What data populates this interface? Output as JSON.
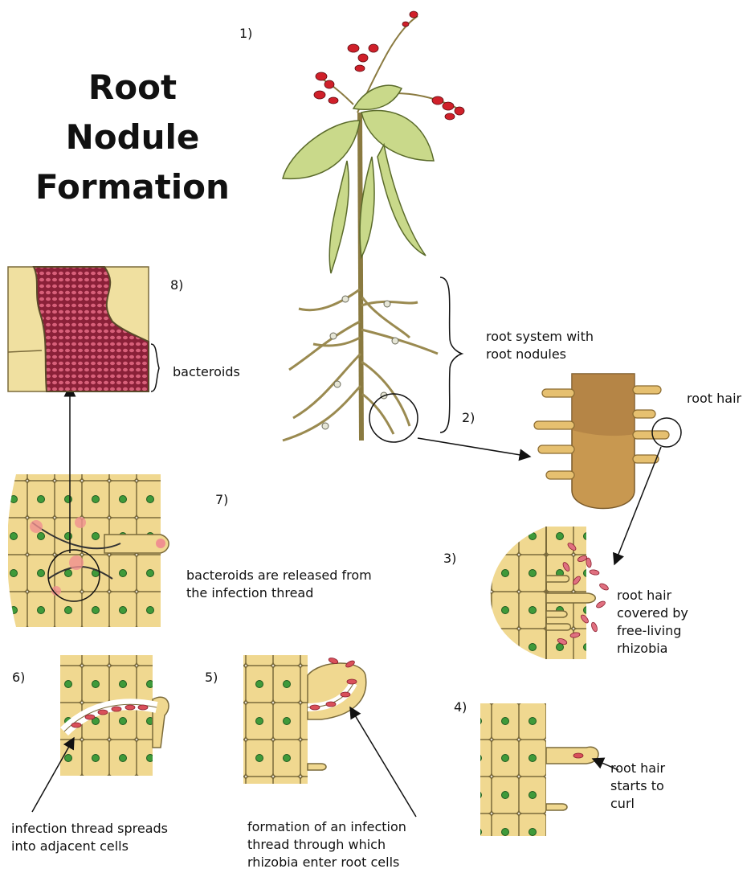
{
  "title": "Root\nNodule\nFormation",
  "steps": {
    "s1": "1)",
    "s2": "2)",
    "s3": "3)",
    "s4": "4)",
    "s5": "5)",
    "s6": "6)",
    "s7": "7)",
    "s8": "8)"
  },
  "labels": {
    "root_system": "root system with\nroot nodules",
    "root_hair": "root hair",
    "covered": "root hair\ncovered by\nfree-living\nrhizobia",
    "curl": "root hair\nstarts to\ncurl",
    "thread_formation": "formation of an infection\nthread through which\nrhizobia enter root cells",
    "thread_spreads": "infection thread spreads\ninto adjacent cells",
    "released": "bacteroids are released from\nthe infection thread",
    "bacteroids": "bacteroids"
  },
  "colors": {
    "leaf": "#c9d98a",
    "cell": "#f0d890",
    "cell_edge": "#7a6a3a",
    "nucleus": "#3f9a3a",
    "bacteria": "#d9505a",
    "flower": "#d0202a",
    "root_brown": "#a87840",
    "bacteroid_fill": "#9a2a44"
  }
}
